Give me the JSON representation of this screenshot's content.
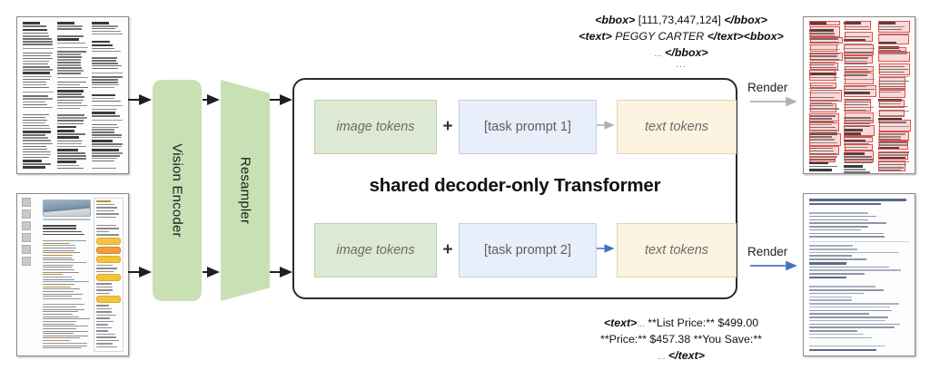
{
  "diagram": {
    "title": "shared decoder-only Transformer",
    "blocks": {
      "vision_encoder": "Vision Encoder",
      "resampler": "Resampler"
    },
    "rows": [
      {
        "image_tokens": "image tokens",
        "plus": "+",
        "task_prompt": "[task prompt 1]",
        "text_tokens": "text tokens"
      },
      {
        "image_tokens": "image tokens",
        "plus": "+",
        "task_prompt": "[task prompt 2]",
        "text_tokens": "text tokens"
      }
    ],
    "render_labels": {
      "top": "Render",
      "bottom": "Render"
    },
    "annotations": {
      "top": {
        "line1_tag_open": "<bbox>",
        "line1_value": " [111,73,447,124] ",
        "line1_tag_close": "</bbox>",
        "line2_tag_open": "<text>",
        "line2_value": " PEGGY CARTER ",
        "line2_tag_close": "</text>",
        "line2_tag_open2": "<bbox>",
        "line3_dots": "...",
        "line3_tag_close": "</bbox>",
        "trailing_dots": "..."
      },
      "bottom": {
        "line1_tag_open": "<text>",
        "line1_dots": "...",
        "line1_value": " **List Price:** $499.00",
        "line2_value": "**Price:**  $457.38 **You Save:**",
        "line3_dots": "...",
        "line3_tag_close": "</text>"
      }
    },
    "colors": {
      "green_block": "#c9e0b5",
      "image_token": "#dde9d2",
      "task_prompt_token": "#e8eefa",
      "text_token": "#fcf3e0",
      "arrow_black": "#1f1f1f",
      "arrow_gray": "#b0b0b0",
      "arrow_blue": "#4472c4",
      "bbox_red": "#e2504a",
      "border_dark": "#2b2b2b"
    },
    "thumbnails": {
      "input_top": "scanned-newspaper-document",
      "input_bottom": "product-webpage-screenshot",
      "output_top": "document-with-red-bounding-boxes",
      "output_bottom": "rendered-markdown-product-page"
    }
  }
}
